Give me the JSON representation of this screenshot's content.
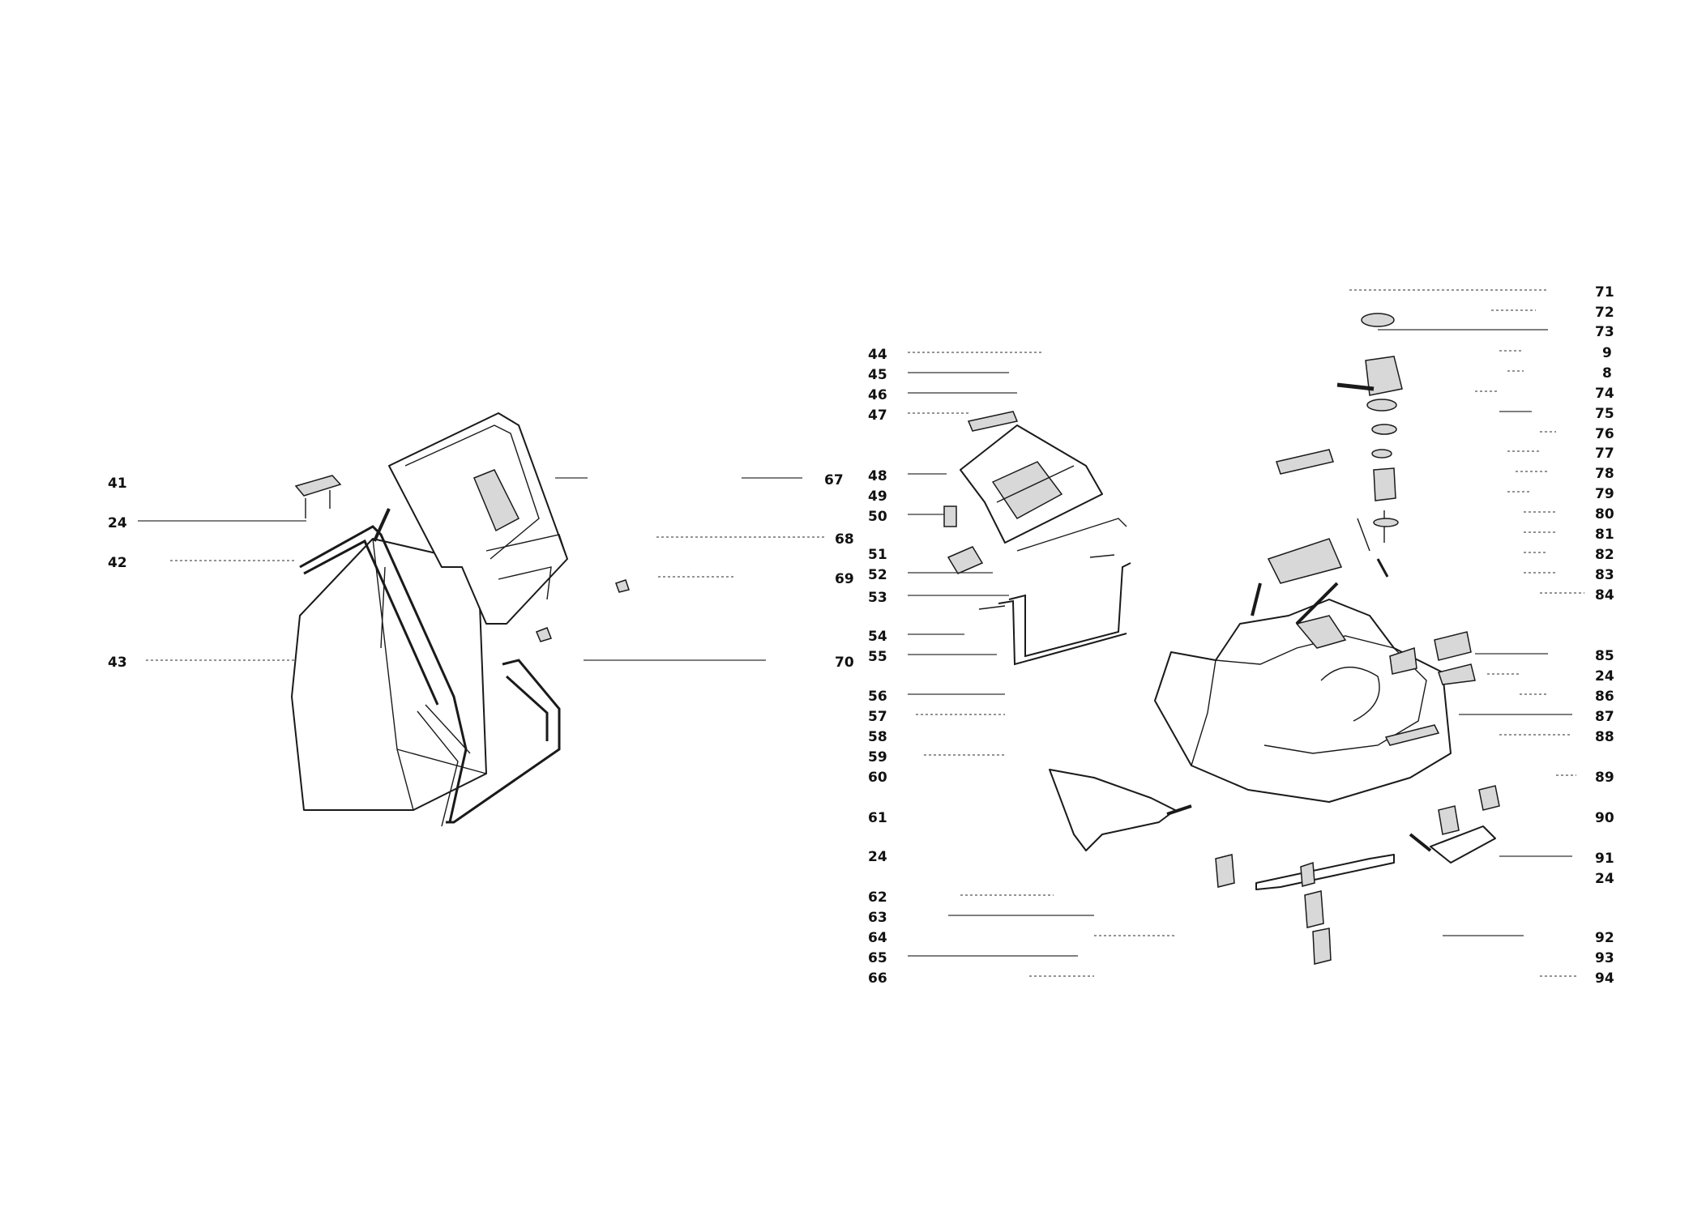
{
  "labels": [
    {
      "id": "41",
      "text": "41"
    },
    {
      "id": "24a",
      "text": "24"
    },
    {
      "id": "42",
      "text": "42"
    },
    {
      "id": "43",
      "text": "43"
    },
    {
      "id": "44",
      "text": "44"
    },
    {
      "id": "45",
      "text": "45"
    },
    {
      "id": "46",
      "text": "46"
    },
    {
      "id": "47",
      "text": "47"
    },
    {
      "id": "48",
      "text": "48"
    },
    {
      "id": "49",
      "text": "49"
    },
    {
      "id": "50",
      "text": "50"
    },
    {
      "id": "51",
      "text": "51"
    },
    {
      "id": "52",
      "text": "52"
    },
    {
      "id": "53",
      "text": "53"
    },
    {
      "id": "54",
      "text": "54"
    },
    {
      "id": "55",
      "text": "55"
    },
    {
      "id": "56",
      "text": "56"
    },
    {
      "id": "57",
      "text": "57"
    },
    {
      "id": "58",
      "text": "58"
    },
    {
      "id": "59",
      "text": "59"
    },
    {
      "id": "60",
      "text": "60"
    },
    {
      "id": "61",
      "text": "61"
    },
    {
      "id": "24b",
      "text": "24"
    },
    {
      "id": "62",
      "text": "62"
    },
    {
      "id": "63",
      "text": "63"
    },
    {
      "id": "64",
      "text": "64"
    },
    {
      "id": "65",
      "text": "65"
    },
    {
      "id": "66",
      "text": "66"
    },
    {
      "id": "67",
      "text": "67"
    },
    {
      "id": "68",
      "text": "68"
    },
    {
      "id": "69",
      "text": "69"
    },
    {
      "id": "70",
      "text": "70"
    },
    {
      "id": "71",
      "text": "71"
    },
    {
      "id": "72",
      "text": "72"
    },
    {
      "id": "73",
      "text": "73"
    },
    {
      "id": "9",
      "text": "9"
    },
    {
      "id": "8",
      "text": "8"
    },
    {
      "id": "74",
      "text": "74"
    },
    {
      "id": "75",
      "text": "75"
    },
    {
      "id": "76",
      "text": "76"
    },
    {
      "id": "77",
      "text": "77"
    },
    {
      "id": "78",
      "text": "78"
    },
    {
      "id": "79",
      "text": "79"
    },
    {
      "id": "80",
      "text": "80"
    },
    {
      "id": "81",
      "text": "81"
    },
    {
      "id": "82",
      "text": "82"
    },
    {
      "id": "83",
      "text": "83"
    },
    {
      "id": "84",
      "text": "84"
    },
    {
      "id": "85",
      "text": "85"
    },
    {
      "id": "24c",
      "text": "24"
    },
    {
      "id": "86",
      "text": "86"
    },
    {
      "id": "87",
      "text": "87"
    },
    {
      "id": "88",
      "text": "88"
    },
    {
      "id": "89",
      "text": "89"
    },
    {
      "id": "90",
      "text": "90"
    },
    {
      "id": "91",
      "text": "91"
    },
    {
      "id": "24d",
      "text": "24"
    },
    {
      "id": "92",
      "text": "92"
    },
    {
      "id": "93",
      "text": "93"
    },
    {
      "id": "94",
      "text": "94"
    }
  ]
}
